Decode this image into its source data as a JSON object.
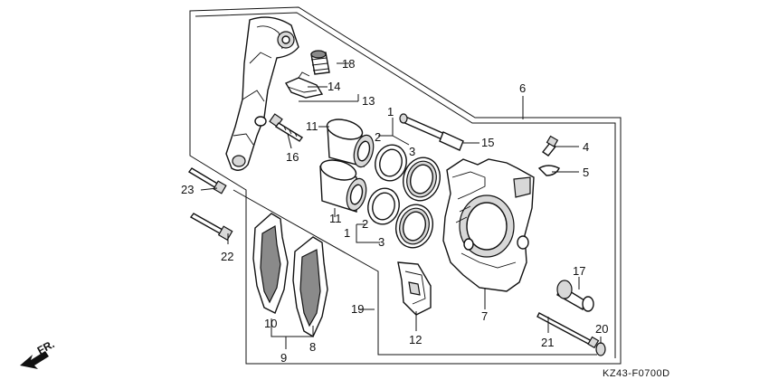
{
  "diagram_code": "KZ43-F0700D",
  "direction_label": "FR.",
  "callouts": {
    "c1a": "1",
    "c2a": "2",
    "c3a": "3",
    "c1b": "1",
    "c2b": "2",
    "c3b": "3",
    "c4": "4",
    "c5": "5",
    "c6": "6",
    "c7": "7",
    "c8": "8",
    "c9": "9",
    "c10": "10",
    "c11a": "11",
    "c11b": "11",
    "c12": "12",
    "c13": "13",
    "c14": "14",
    "c15": "15",
    "c16": "16",
    "c17": "17",
    "c18": "18",
    "c19": "19",
    "c20": "20",
    "c21": "21",
    "c22": "22",
    "c23": "23"
  }
}
